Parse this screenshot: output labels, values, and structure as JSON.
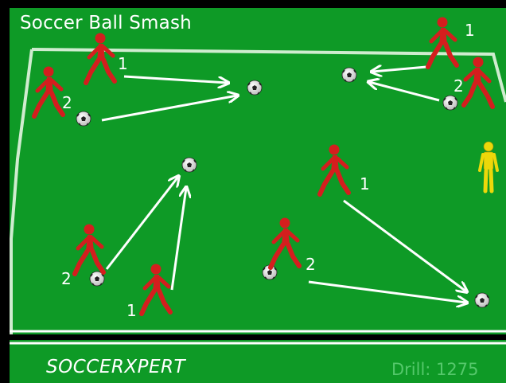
{
  "title": "Soccer Ball Smash",
  "brand": "SOCCERXPERT",
  "drill_label": "Drill: 1275",
  "colors": {
    "pitch": "#0e9a26",
    "lines": "#ffffff",
    "player": "#d41e1e",
    "keeper": "#ecd80a",
    "footer_text": "#55c86b"
  },
  "player_labels": {
    "a1": "1",
    "a2": "2",
    "b1": "1",
    "b2": "2",
    "c1": "1",
    "c2": "2",
    "d1": "1",
    "d2": "2"
  }
}
